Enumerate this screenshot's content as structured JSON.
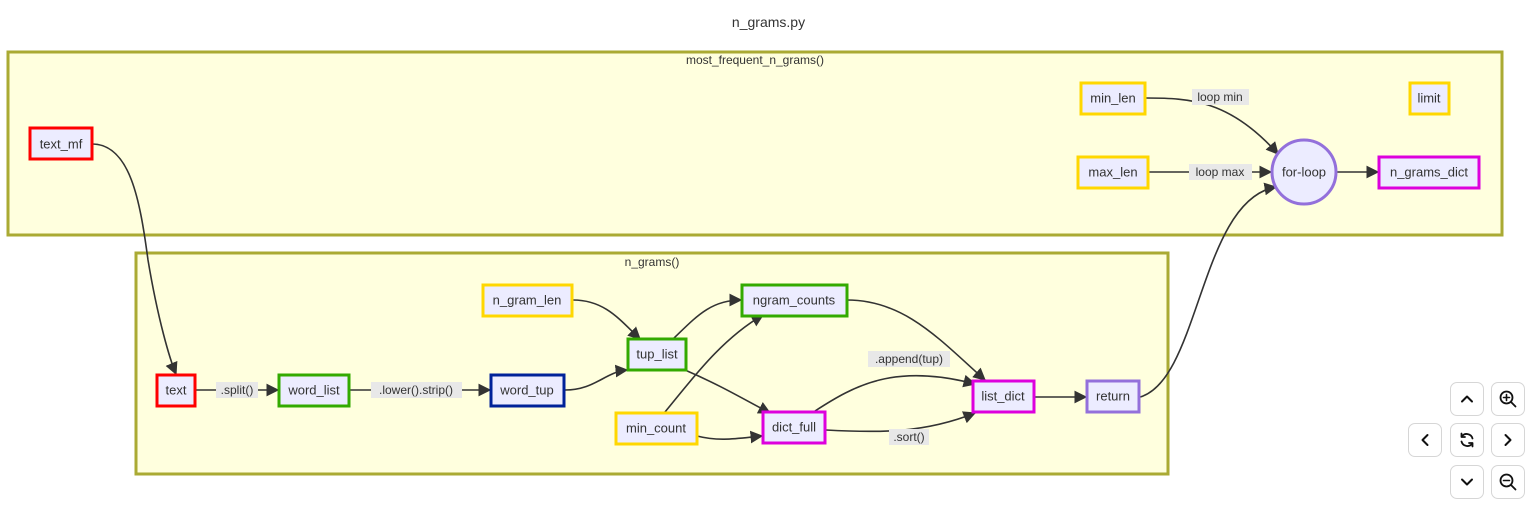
{
  "title": "n_grams.py",
  "clusters": {
    "outer": {
      "label": "most_frequent_n_grams()"
    },
    "inner": {
      "label": "n_grams()"
    }
  },
  "nodes": {
    "text_mf": {
      "label": "text_mf",
      "border": "#ff0000"
    },
    "min_len": {
      "label": "min_len",
      "border": "#ffd700"
    },
    "max_len": {
      "label": "max_len",
      "border": "#ffd700"
    },
    "limit": {
      "label": "limit",
      "border": "#ffd700"
    },
    "for_loop": {
      "label": "for-loop",
      "border": "#9370db"
    },
    "n_grams_dict": {
      "label": "n_grams_dict",
      "border": "#dd00dd"
    },
    "text": {
      "label": "text",
      "border": "#ff0000"
    },
    "word_list": {
      "label": "word_list",
      "border": "#33aa00"
    },
    "word_tup": {
      "label": "word_tup",
      "border": "#002299"
    },
    "n_gram_len": {
      "label": "n_gram_len",
      "border": "#ffd700"
    },
    "tup_list": {
      "label": "tup_list",
      "border": "#33aa00"
    },
    "ngram_counts": {
      "label": "ngram_counts",
      "border": "#33aa00"
    },
    "min_count": {
      "label": "min_count",
      "border": "#ffd700"
    },
    "dict_full": {
      "label": "dict_full",
      "border": "#dd00dd"
    },
    "list_dict": {
      "label": "list_dict",
      "border": "#dd00dd"
    },
    "return": {
      "label": "return",
      "border": "#9370db"
    }
  },
  "edge_labels": {
    "loop_min": "loop min",
    "loop_max": "loop max",
    "split": ".split()",
    "lower_strip": ".lower().strip()",
    "append": ".append(tup)",
    "sort": ".sort()"
  },
  "controls": {
    "up": "chevron-up-icon",
    "zoom_in": "zoom-in-icon",
    "left": "chevron-left-icon",
    "reset": "reset-icon",
    "right": "chevron-right-icon",
    "down": "chevron-down-icon",
    "zoom_out": "zoom-out-icon"
  }
}
